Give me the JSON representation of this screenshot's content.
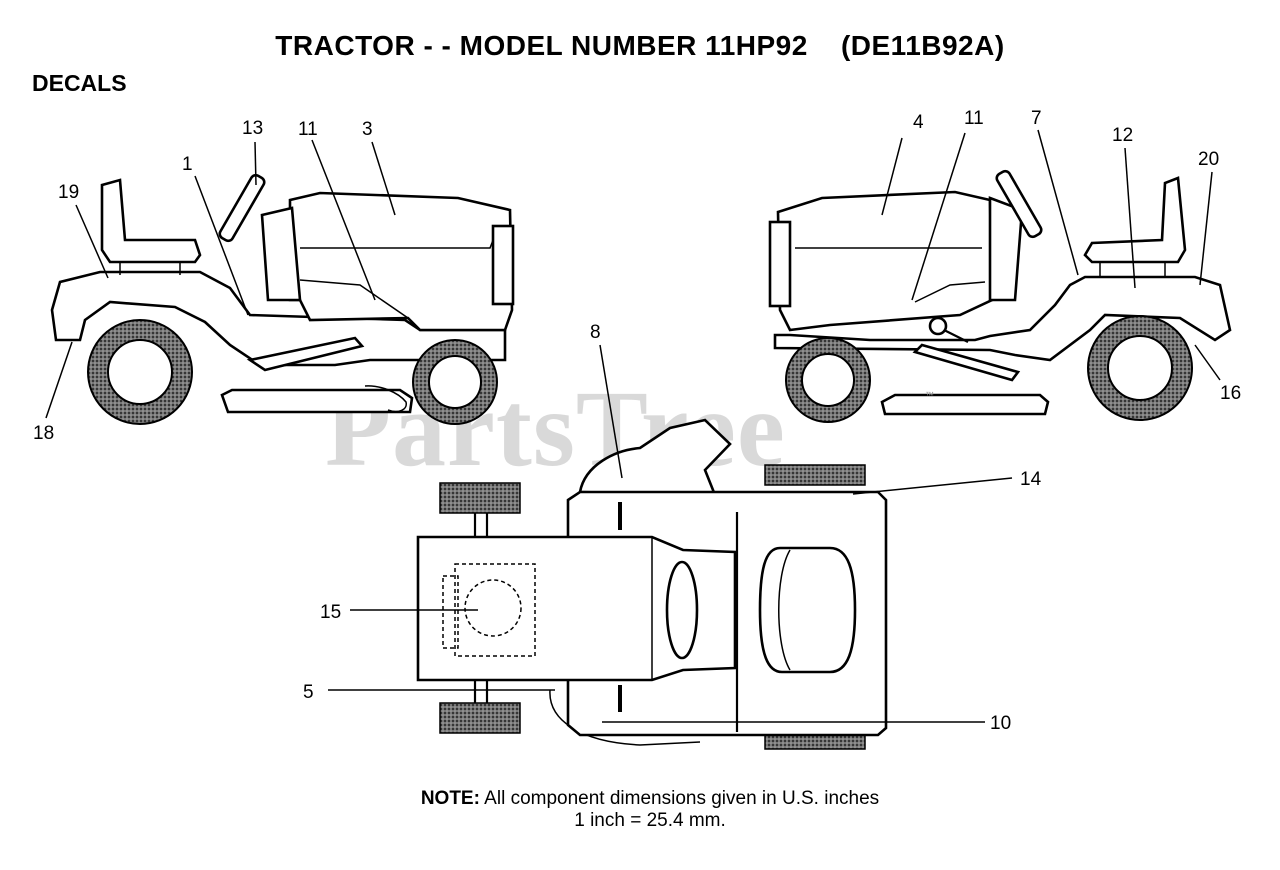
{
  "header": {
    "title": "TRACTOR - - MODEL NUMBER 11HP92    (DE11B92A)",
    "section": "DECALS"
  },
  "watermark": "PartsTree",
  "trademark": "™",
  "note": {
    "label": "NOTE:",
    "line1": "All component dimensions given in U.S. inches",
    "line2": "1 inch = 25.4 mm."
  },
  "callouts": {
    "left_view": [
      "19",
      "1",
      "13",
      "11",
      "3",
      "18"
    ],
    "right_view": [
      "4",
      "11",
      "7",
      "12",
      "20",
      "16"
    ],
    "top_view": [
      "8",
      "14",
      "15",
      "5",
      "10"
    ]
  },
  "colors": {
    "ink": "#000000",
    "watermark": "#aaaaaa",
    "tire": "#555555"
  }
}
